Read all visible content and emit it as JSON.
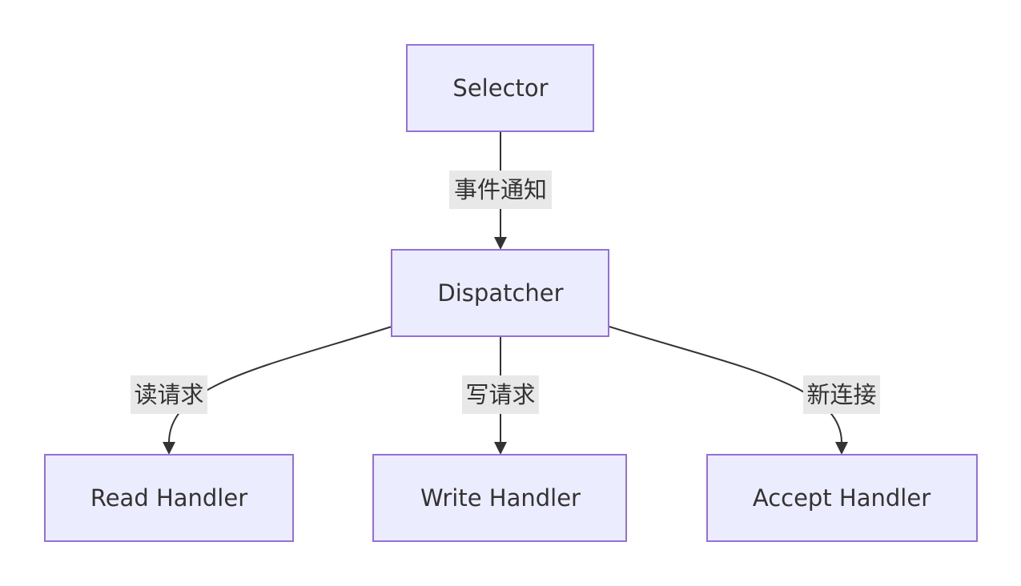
{
  "nodes": {
    "selector": "Selector",
    "dispatcher": "Dispatcher",
    "read_handler": "Read Handler",
    "write_handler": "Write Handler",
    "accept_handler": "Accept Handler"
  },
  "edges": {
    "selector_to_dispatcher": "事件通知",
    "dispatcher_to_read": "读请求",
    "dispatcher_to_write": "写请求",
    "dispatcher_to_accept": "新连接"
  },
  "colors": {
    "node_fill": "#ECECFF",
    "node_stroke": "#9370DB",
    "edge": "#333333",
    "label_bg": "#E8E8E8",
    "text": "#333333"
  }
}
